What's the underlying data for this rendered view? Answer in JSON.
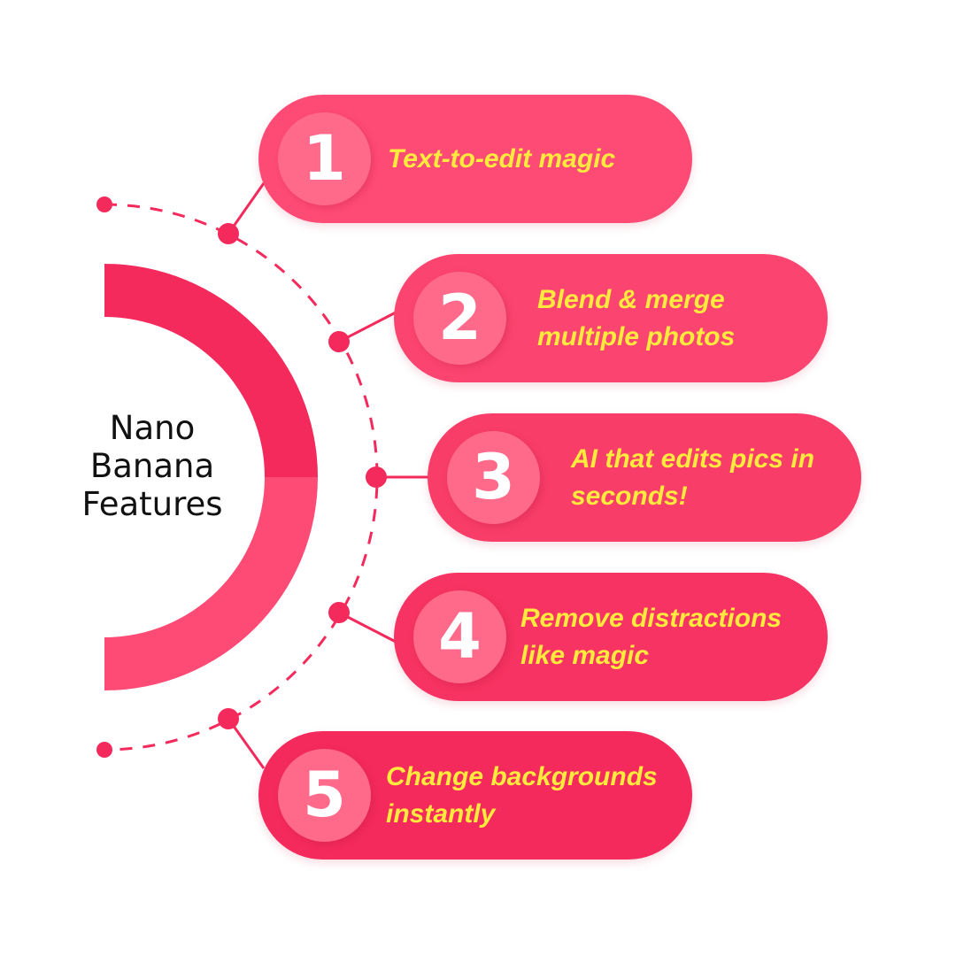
{
  "title": "Nano Banana Features",
  "title_lines": [
    "Nano",
    "Banana",
    "Features"
  ],
  "colors": {
    "ring_top": "#f42a5c",
    "ring_bottom": "#fe4b75",
    "number_circle": "#ff6a8b",
    "text": "#ffea3d"
  },
  "features": [
    {
      "number": "1",
      "text": "Text-to-edit magic",
      "color": "#fe4b75"
    },
    {
      "number": "2",
      "text": "Blend & merge multiple photos",
      "color": "#fb4570"
    },
    {
      "number": "3",
      "text": "AI that edits pics in seconds!",
      "color": "#f83d69"
    },
    {
      "number": "4",
      "text": "Remove distractions like magic",
      "color": "#f63362"
    },
    {
      "number": "5",
      "text": "Change backgrounds instantly",
      "color": "#f42a5c"
    }
  ]
}
